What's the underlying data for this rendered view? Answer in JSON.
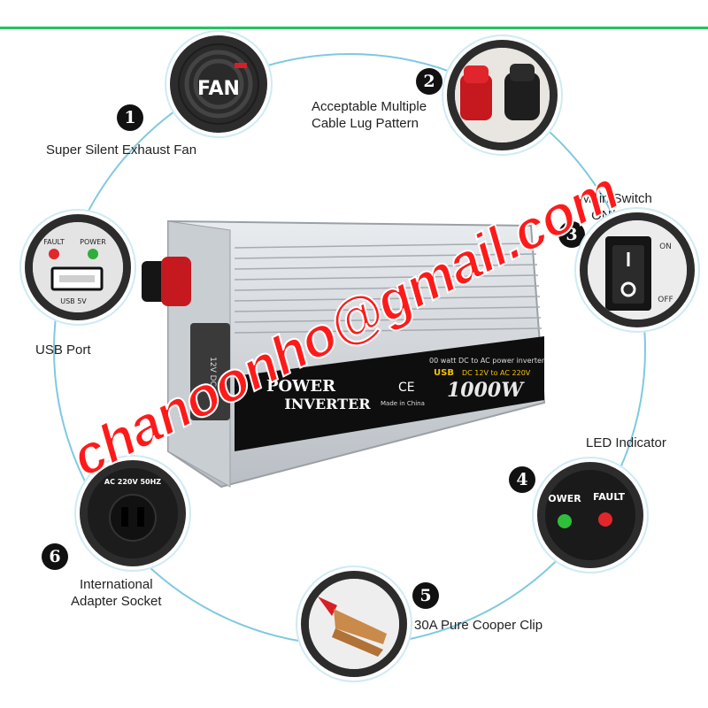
{
  "colors": {
    "accent_line": "#22c55e",
    "ring": "#7fc9e0",
    "red": "#d61f26",
    "watermark": "#ff1a1a",
    "badge": "#111111"
  },
  "features": [
    {
      "number": "1",
      "caption": "Super Silent Exhaust Fan",
      "icon": "fan-icon"
    },
    {
      "number": "2",
      "caption": "Acceptable Multiple\nCable Lug Pattern",
      "icon": "cable-lug-icon"
    },
    {
      "number": "3",
      "caption": "Main Switch\nON/OFF",
      "icon": "switch-icon"
    },
    {
      "number": "4",
      "caption": "LED Indicator",
      "icon": "led-icon"
    },
    {
      "number": "5",
      "caption": "30A Pure Cooper Clip",
      "icon": "clip-icon"
    },
    {
      "number": "6",
      "caption": "International\nAdapter Socket",
      "icon": "socket-icon"
    }
  ],
  "usb_port": {
    "caption": "USB Port",
    "fault_label": "FAULT",
    "power_label": "POWER",
    "usb_label": "USB  5V"
  },
  "fan_label": "FAN",
  "switch_labels": {
    "on": "ON",
    "off": "OFF"
  },
  "led_labels": {
    "power": "OWER",
    "fault": "FAULT"
  },
  "socket_label": "AC 220V 50HZ",
  "product": {
    "brand_line1": "POWER",
    "brand_line2": "INVERTER",
    "ce_mark": "CE",
    "made_in": "Made in China",
    "spec_line": "00 watt DC to AC power inverter",
    "usb_text": "USB",
    "voltage_text": "DC 12V to AC 220V",
    "wattage": "1000W",
    "fan_side_label": "12V DC"
  },
  "watermark": "chanoonho@gmail.com"
}
